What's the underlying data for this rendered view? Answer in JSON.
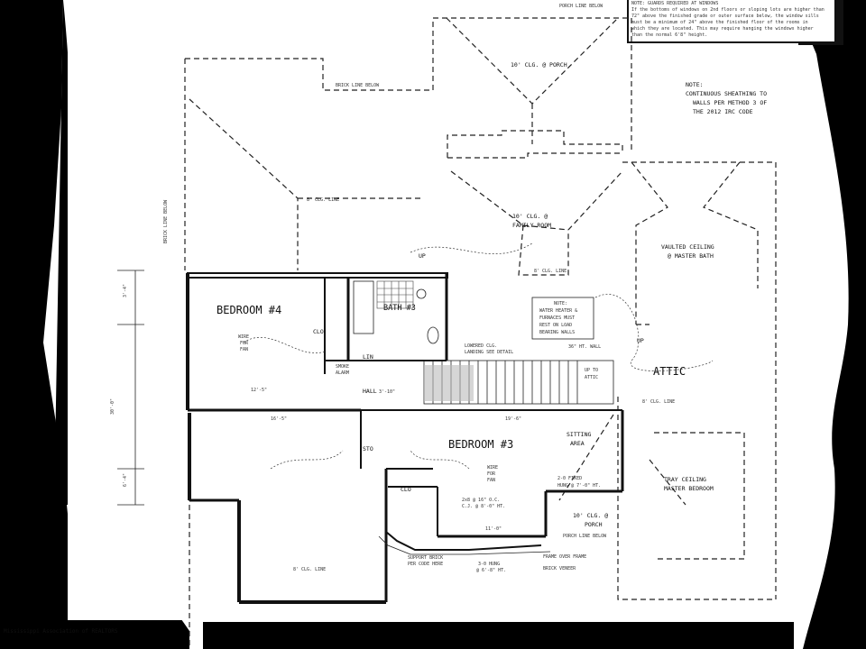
{
  "notes": {
    "egress_lines": [
      "NOTE: GUARDS REQUIRED AT WINDOWS",
      "If the bottoms of windows on 2nd floors or sloping lots are higher than",
      "72\" above the finished grade or outer surface below, the window sills",
      "must be a minimum of 24\" above the finished floor of the rooms in",
      "which they are located. This may require hanging the windows higher",
      "than the normal 6'8\" height."
    ],
    "sheathing_lines": [
      "NOTE:",
      "CONTINUOUS SHEATHING TO",
      "WALLS PER METHOD 3 OF",
      "THE 2012 IRC CODE"
    ],
    "water_heater_lines": [
      "NOTE:",
      "WATER HEATER &",
      "FURNACES MUST",
      "REST ON LOAD",
      "BEARING WALLS"
    ]
  },
  "rooms": {
    "bedroom4": "BEDROOM #4",
    "bath3": "BATH #3",
    "bedroom3": "BEDROOM #3",
    "sitting_area": [
      "SITTING",
      "AREA"
    ],
    "attic": "ATTIC",
    "hall": "HALL",
    "sto": "STO",
    "clo_upper": "CLO",
    "clo_lower": "CLO",
    "lin": "LIN"
  },
  "ceiling_labels": {
    "porch_top": "10' CLG. @ PORCH",
    "family_room": [
      "10' CLG. @",
      "FAMILY ROOM"
    ],
    "vaulted": [
      "VAULTED CEILING",
      "@ MASTER BATH"
    ],
    "tray": [
      "TRAY CEILING",
      "MASTER BEDROOM"
    ],
    "porch_front": [
      "10' CLG. @",
      "PORCH"
    ],
    "clg_line": "8' CLG. LINE"
  },
  "annotations": {
    "porch_line_below": "PORCH LINE BELOW",
    "brick_line_below": "BRICK LINE BELOW",
    "up": "UP",
    "up_to_attic": [
      "UP TO",
      "ATTIC"
    ],
    "lowered_clg": [
      "LOWERED CLG.",
      "LANDING SEE DETAIL"
    ],
    "ht_wall": "36\" HT. WALL",
    "wire_for_fan": [
      "WIRE",
      "FOR",
      "FAN"
    ],
    "fixed_window": [
      "2-0 FIXED",
      "HUNG @ 7'-0\" HT."
    ],
    "support_brick": [
      "SUPPORT BRICK",
      "PER CODE HERE"
    ],
    "frame_over_frame": "FRAME OVER FRAME",
    "brick_veneer": "BRICK VENEER",
    "hung_window": [
      "3-0 HUNG",
      "@ 6'-8\" HT."
    ],
    "joists": [
      "2x8 @ 16\" O.C.",
      "C.J. @ 8'-0\" HT."
    ],
    "smoke_alarm": [
      "SMOKE",
      "ALARM"
    ],
    "dims": {
      "bed4_width": "12'-5\"",
      "bed3_width": "19'-6\"",
      "bed3_depth": "11'-0\"",
      "lower_width": "16'-5\"",
      "hall": "3'-10\"",
      "side_total": "30'-0\"",
      "side_a": "3'-4\"",
      "side_b": "6'-4\""
    }
  },
  "watermark": "Mississippi Association of REALTORS"
}
